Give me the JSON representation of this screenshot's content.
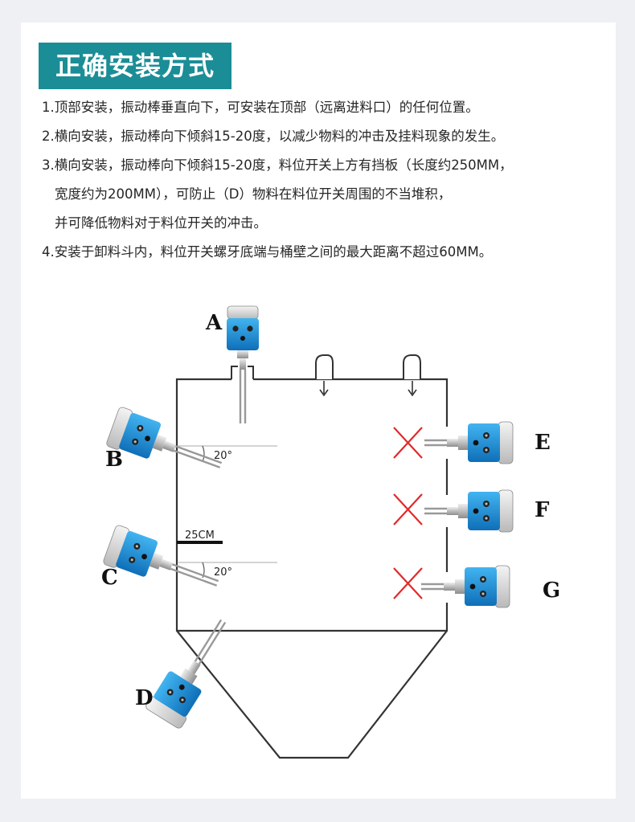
{
  "title": "正确安装方式",
  "instructions": [
    "1.顶部安装，振动棒垂直向下，可安装在顶部（远离进料口）的任何位置。",
    "2.横向安装，振动棒向下倾斜15-20度，以减少物料的冲击及挂料现象的发生。",
    "3.横向安装，振动棒向下倾斜15-20度，料位开关上方有挡板（长度约250MM，",
    "宽度约为200MM），可防止（D）物料在料位开关周围的不当堆积，",
    "并可降低物料对于料位开关的冲击。",
    "4.安装于卸料斗内，料位开关螺牙底端与桶壁之间的最大距离不超过60MM。"
  ],
  "diagram": {
    "labels": {
      "a": "A",
      "b": "B",
      "c": "C",
      "d": "D",
      "e": "E",
      "f": "F",
      "g": "G"
    },
    "angle_b": "20°",
    "angle_c": "20°",
    "baffle": "25CM",
    "colors": {
      "sensor_blue": "#1d8fd6",
      "wrong_mark": "#e02a2a",
      "accent": "#1b8d96"
    }
  }
}
